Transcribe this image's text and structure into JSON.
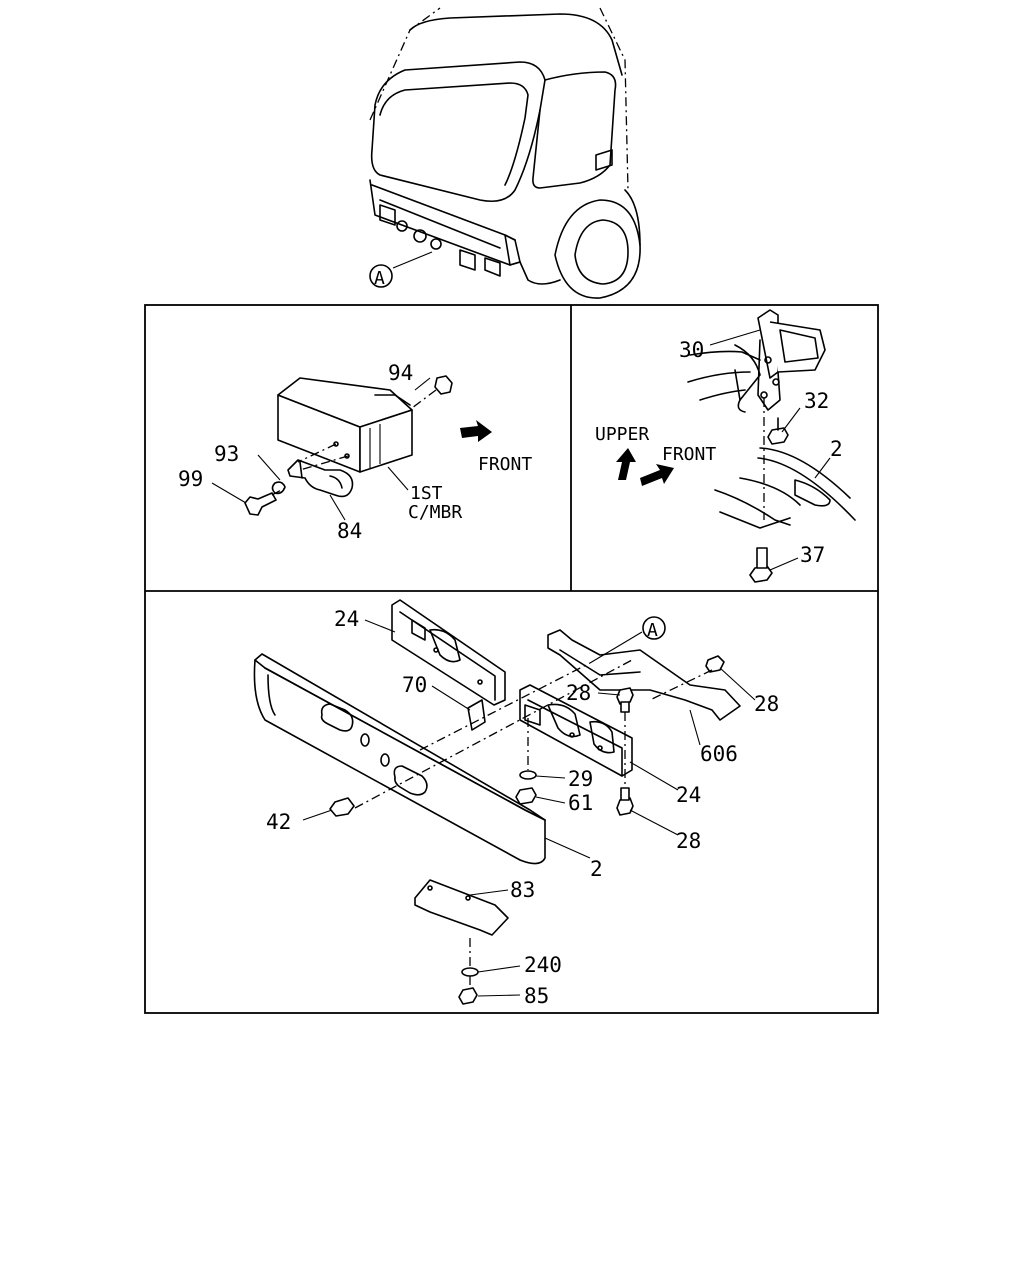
{
  "callout_circle": "A",
  "callouts": {
    "p94": "94",
    "p93": "93",
    "p99": "99",
    "p84": "84",
    "p30": "30",
    "p32": "32",
    "p2a": "2",
    "p37": "37",
    "p24a": "24",
    "p70": "70",
    "p28a": "28",
    "p28b": "28",
    "p606": "606",
    "p29": "29",
    "p61": "61",
    "p24b": "24",
    "p42": "42",
    "p28c": "28",
    "p2b": "2",
    "p83": "83",
    "p240": "240",
    "p85": "85"
  },
  "labels": {
    "front_left": "FRONT",
    "member_line1": "1ST",
    "member_line2": "C/MBR",
    "upper": "UPPER",
    "front_right": "FRONT"
  }
}
